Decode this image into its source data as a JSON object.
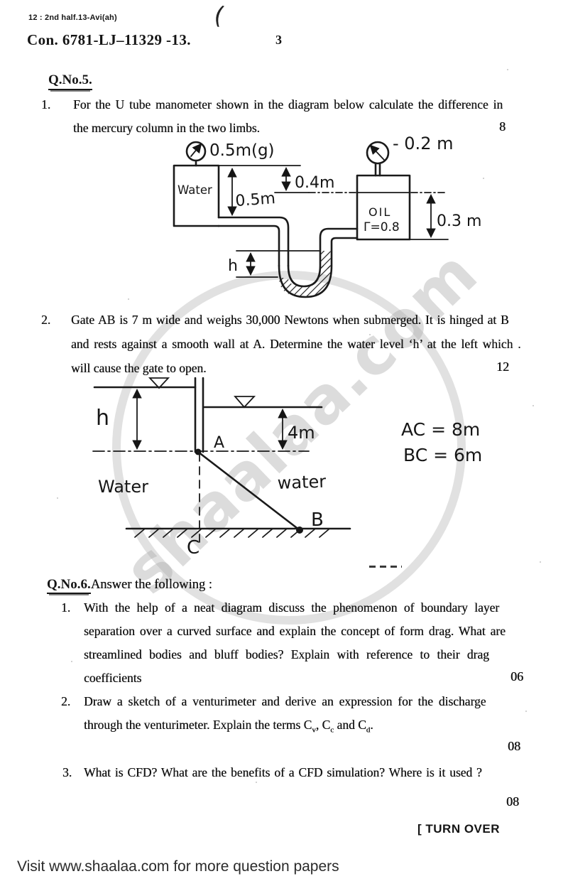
{
  "header": {
    "scan_note": "12 : 2nd half.13-Avi(ah)",
    "handwritten_mark": "(",
    "paper_code": "Con. 6781-LJ–11329 -13.",
    "page_number": "3"
  },
  "q5": {
    "heading": "Q.No.5.",
    "item1": {
      "no": "1.",
      "line1": "For the U tube manometer shown in the diagram below calculate the difference in",
      "line2": "the mercury column in the two limbs.",
      "marks": "8"
    },
    "item2": {
      "no": "2.",
      "line1": "Gate AB is 7 m wide and weighs 30,000 Newtons when submerged. It is hinged at B",
      "line2": "and rests against a smooth wall at A. Determine the water level ‘h’ at the left which .",
      "line3": "will cause the gate to open.",
      "marks": "12"
    }
  },
  "manometer": {
    "gauge_left_label": "0.5m(g)",
    "gauge_right_label": "- 0.2 m",
    "tank_left_label": "Water",
    "dim_top": "0.4m",
    "dim_left": "0.5m",
    "dim_right": "0.3 m",
    "oil_line1": "OIL",
    "oil_line2": "Γ=0.8",
    "dim_h": "h"
  },
  "gate": {
    "dim_h": "h",
    "dim_right": "4m",
    "point_a": "A",
    "point_b": "B",
    "point_c": "C",
    "water_left": "Water",
    "water_right": "water",
    "ac": "AC = 8m",
    "bc": "BC = 6m"
  },
  "q6": {
    "heading_no": "Q.No.6.",
    "heading_text": "Answer the following :",
    "item1": {
      "no": "1.",
      "line1": "With the help of a neat diagram discuss the phenomenon of boundary layer",
      "line2": "separation over a curved surface and explain the concept of form drag. What are",
      "line3": "streamlined bodies and bluff bodies? Explain with reference to their drag",
      "line4": "coefficients",
      "marks": "06"
    },
    "item2": {
      "no": "2.",
      "line1": "Draw a sketch of a venturimeter and derive an expression for the discharge",
      "line2_pre": "through the venturimeter. Explain the terms C",
      "sub1": "v",
      "mid1": ", C",
      "sub2": "c",
      "mid2": " and C",
      "sub3": "d",
      "line2_end": ".",
      "marks": "08"
    },
    "item3": {
      "no": "3.",
      "line1": "What is CFD? What are the benefits of a CFD simulation? Where is it used ?",
      "marks": "08"
    }
  },
  "footer": {
    "turn_over": "[ TURN OVER",
    "site_line": "Visit www.shaalaa.com for more question papers"
  },
  "watermark": {
    "text": "shaalaa.com"
  }
}
